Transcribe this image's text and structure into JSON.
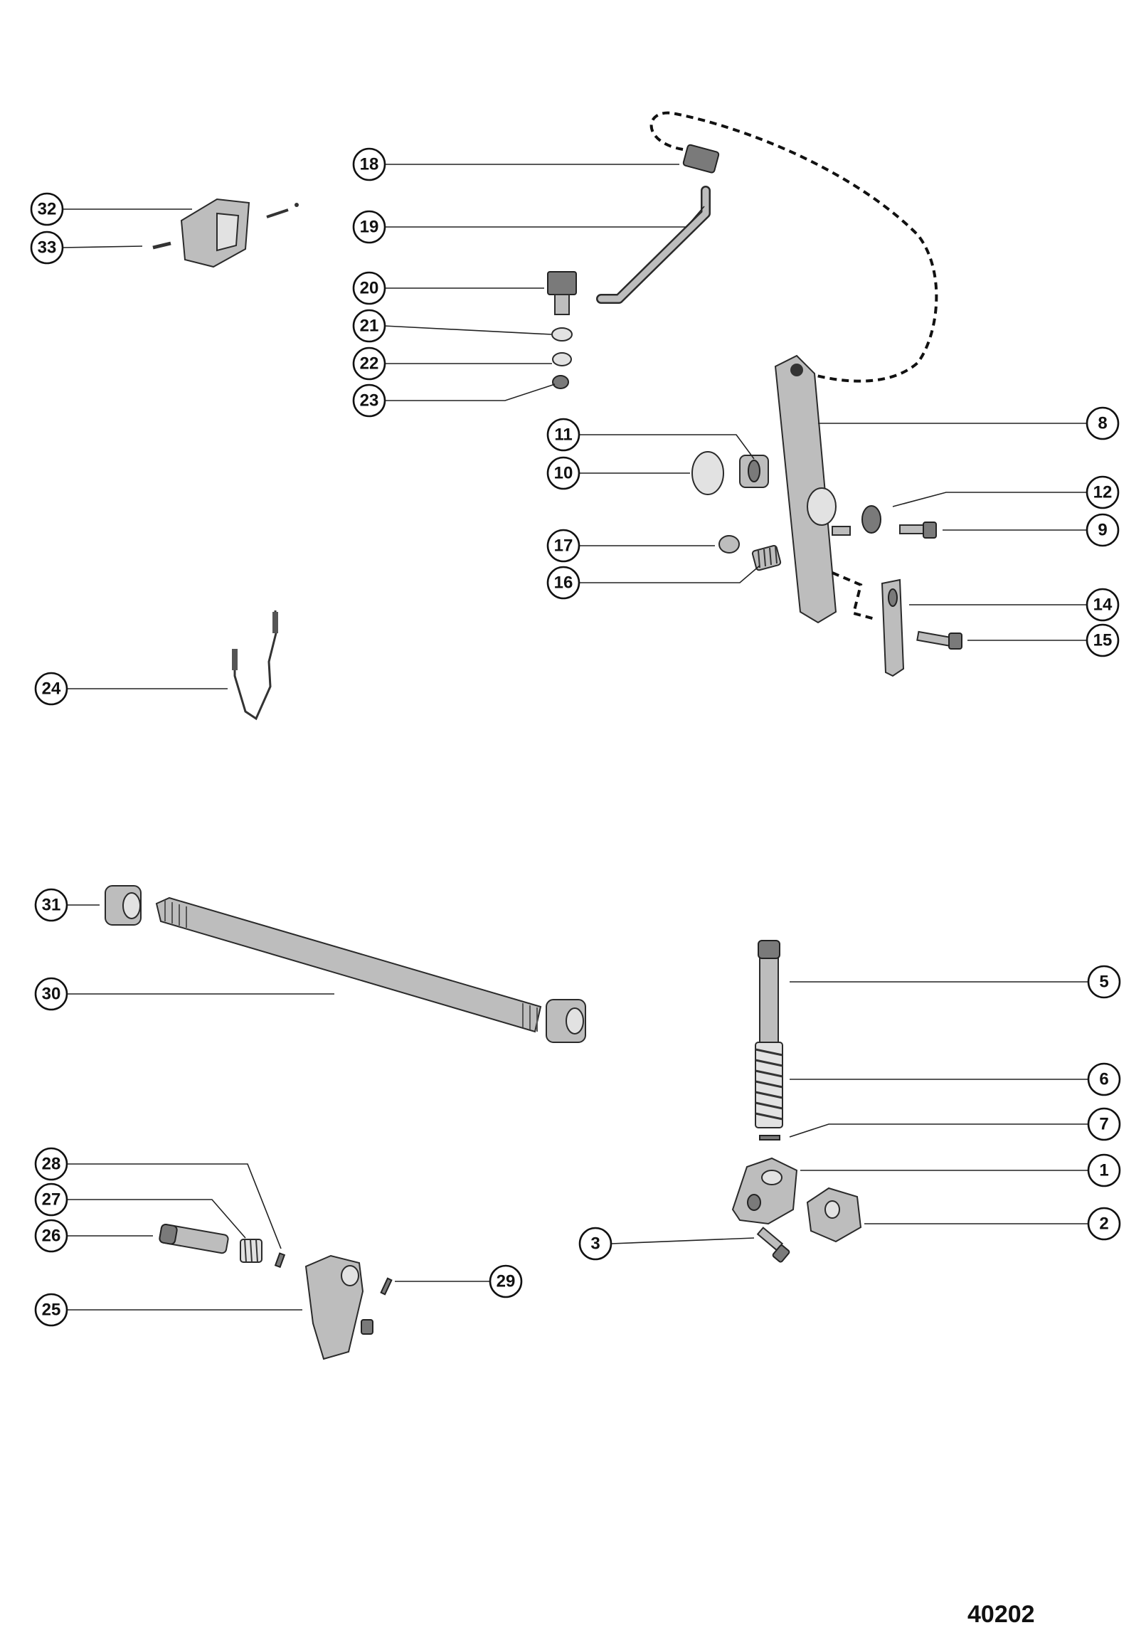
{
  "figure_number": "40202",
  "callouts": [
    {
      "id": "c1",
      "label": "1"
    },
    {
      "id": "c2",
      "label": "2"
    },
    {
      "id": "c3",
      "label": "3"
    },
    {
      "id": "c5",
      "label": "5"
    },
    {
      "id": "c6",
      "label": "6"
    },
    {
      "id": "c7",
      "label": "7"
    },
    {
      "id": "c8",
      "label": "8"
    },
    {
      "id": "c9",
      "label": "9"
    },
    {
      "id": "c10",
      "label": "10"
    },
    {
      "id": "c11",
      "label": "11"
    },
    {
      "id": "c12",
      "label": "12"
    },
    {
      "id": "c14",
      "label": "14"
    },
    {
      "id": "c15",
      "label": "15"
    },
    {
      "id": "c16",
      "label": "16"
    },
    {
      "id": "c17",
      "label": "17"
    },
    {
      "id": "c18",
      "label": "18"
    },
    {
      "id": "c19",
      "label": "19"
    },
    {
      "id": "c20",
      "label": "20"
    },
    {
      "id": "c21",
      "label": "21"
    },
    {
      "id": "c22",
      "label": "22"
    },
    {
      "id": "c23",
      "label": "23"
    },
    {
      "id": "c24",
      "label": "24"
    },
    {
      "id": "c25",
      "label": "25"
    },
    {
      "id": "c26",
      "label": "26"
    },
    {
      "id": "c27",
      "label": "27"
    },
    {
      "id": "c28",
      "label": "28"
    },
    {
      "id": "c29",
      "label": "29"
    },
    {
      "id": "c30",
      "label": "30"
    },
    {
      "id": "c31",
      "label": "31"
    },
    {
      "id": "c32",
      "label": "32"
    },
    {
      "id": "c33",
      "label": "33"
    }
  ]
}
